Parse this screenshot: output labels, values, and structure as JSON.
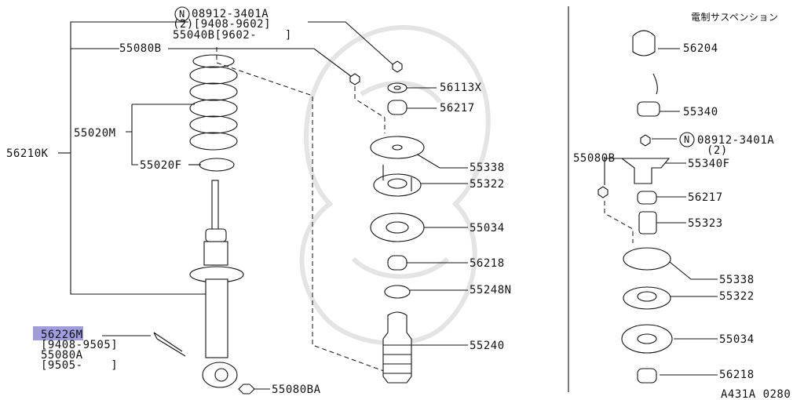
{
  "header_right": "電制サスペンション",
  "figure_code": "A431A 0280",
  "labels": {
    "n_circle": "N",
    "bolt_top": "08912-3401A",
    "bolt_top_qty": "(2)[9408-9602]",
    "nut_55040b": "55040B[9602-    ]",
    "nut_55080b": "55080B",
    "spring_55020m": "55020M",
    "seat_55020f": "55020F",
    "assy_56210k": "56210K",
    "bolt_56226m": "56226M",
    "bolt_56226m_date": "[9408-9505]",
    "bolt_55080a": "55080A",
    "bolt_55080a_date": "[9505-    ]",
    "nut_55080ba": "55080BA",
    "washer_56113x": "56113X",
    "bush_56217": "56217",
    "plate_55338": "55338",
    "mount_55322": "55322",
    "rubber_55034": "55034",
    "bush_56218": "56218",
    "bound_55248n": "55248N",
    "boot_55240": "55240",
    "cap_56204": "56204",
    "actuator_55340": "55340",
    "r_bolt": "08912-3401A",
    "r_bolt_qty": "(2)",
    "r_nut_55080b": "55080B",
    "bracket_55340f": "55340F",
    "r_bush_56217": "56217",
    "collar_55323": "55323",
    "r_plate_55338": "55338",
    "r_mount_55322": "55322",
    "r_rubber_55034": "55034",
    "r_bush_56218": "56218"
  }
}
